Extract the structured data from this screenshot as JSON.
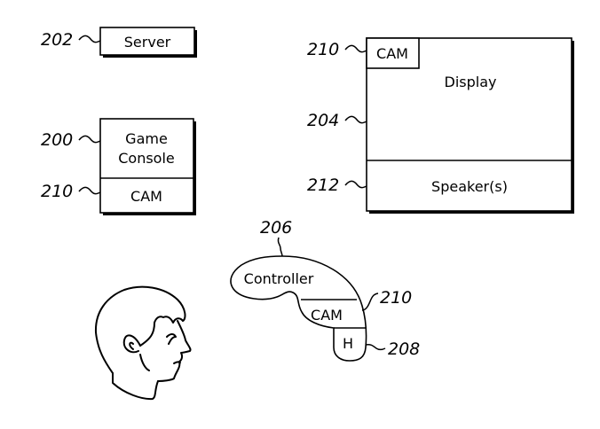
{
  "figure": {
    "components": {
      "server": {
        "label": "Server",
        "ref": "202"
      },
      "game_console": {
        "label_line1": "Game",
        "label_line2": "Console",
        "ref": "200",
        "cam_label": "CAM",
        "cam_ref": "210"
      },
      "display": {
        "label": "Display",
        "ref": "204",
        "cam_label": "CAM",
        "cam_ref": "210",
        "speakers_label": "Speaker(s)",
        "speakers_ref": "212"
      },
      "controller": {
        "label": "Controller",
        "ref": "206",
        "cam_label": "CAM",
        "cam_ref": "210",
        "h_label": "H",
        "h_ref": "208"
      },
      "user_head": {
        "icon": "user-head-profile"
      }
    },
    "colors": {
      "stroke": "#000000",
      "background": "#ffffff"
    }
  }
}
